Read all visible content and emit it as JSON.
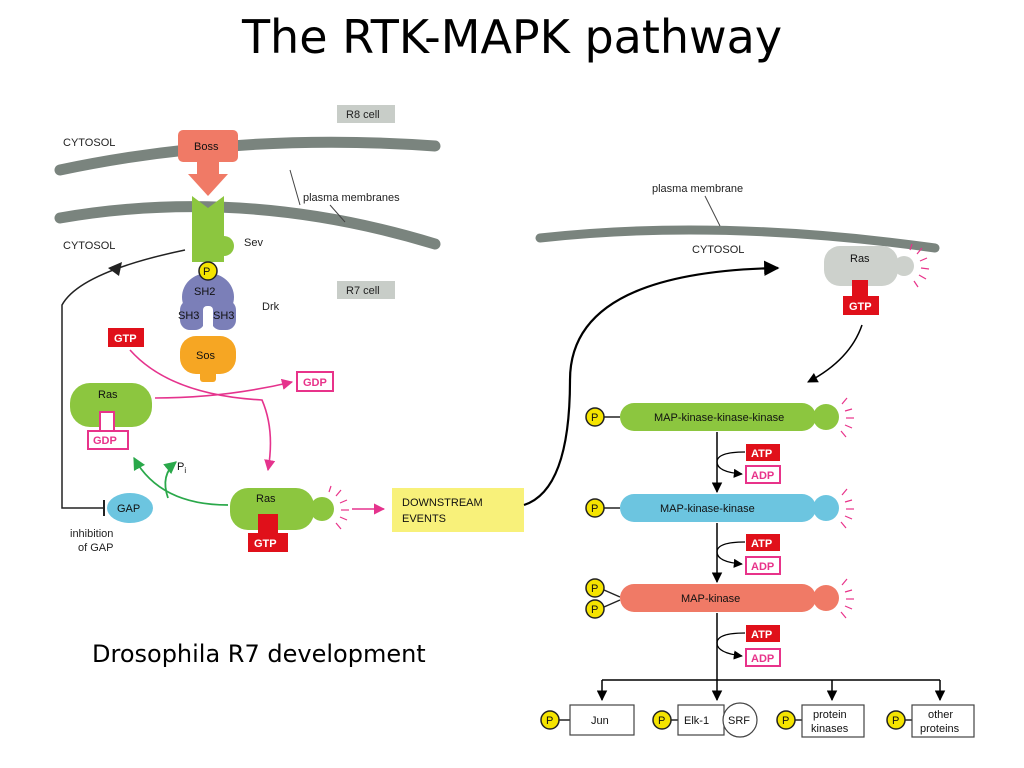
{
  "title": "The RTK-MAPK pathway",
  "caption": "Drosophila R7 development",
  "left_panel": {
    "r8_cell": "R8 cell",
    "r7_cell": "R7 cell",
    "cytosol_top": "CYTOSOL",
    "cytosol_bottom": "CYTOSOL",
    "plasma_membranes": "plasma membranes",
    "boss": "Boss",
    "sev": "Sev",
    "p": "P",
    "sh2": "SH2",
    "sh3_left": "SH3",
    "sh3_right": "SH3",
    "drk": "Drk",
    "sos": "Sos",
    "gtp_free": "GTP",
    "gdp_free": "GDP",
    "ras_inactive": "Ras",
    "ras_inactive_gdp": "GDP",
    "ras_active": "Ras",
    "ras_active_gtp": "GTP",
    "pi": "P",
    "pi_sub": "i",
    "gap": "GAP",
    "inhibition_line1": "inhibition",
    "inhibition_line2": "of GAP",
    "downstream_line1": "DOWNSTREAM",
    "downstream_line2": "EVENTS"
  },
  "right_panel": {
    "plasma_membrane": "plasma membrane",
    "cytosol": "CYTOSOL",
    "ras": "Ras",
    "ras_gtp": "GTP",
    "mapkkk": "MAP-kinase-kinase-kinase",
    "mapkk": "MAP-kinase-kinase",
    "mapk": "MAP-kinase",
    "p": "P",
    "atp": "ATP",
    "adp": "ADP",
    "targets": {
      "jun": "Jun",
      "elk1": "Elk-1",
      "srf": "SRF",
      "protein_kinases_line1": "protein",
      "protein_kinases_line2": "kinases",
      "other_proteins_line1": "other",
      "other_proteins_line2": "proteins"
    }
  },
  "colors": {
    "membrane": "#7a847e",
    "boss": "#f07a66",
    "sev": "#8cc63f",
    "drk": "#7b7fb8",
    "sos": "#f6a623",
    "ras": "#8cc63f",
    "gtp_red": "#e0101a",
    "gdp_pink": "#e8338a",
    "gap": "#6cc5e0",
    "phospho_yellow": "#f5e400",
    "downstream_bg": "#f8f17a",
    "mapkkk": "#8cc63f",
    "mapkk": "#6cc5e0",
    "mapk": "#f07a66",
    "ras_gray": "#cdd1cc",
    "cell_label_bg": "#c8cdc8",
    "arrow_magenta": "#e5338d",
    "arrow_green": "#2aa84a"
  }
}
